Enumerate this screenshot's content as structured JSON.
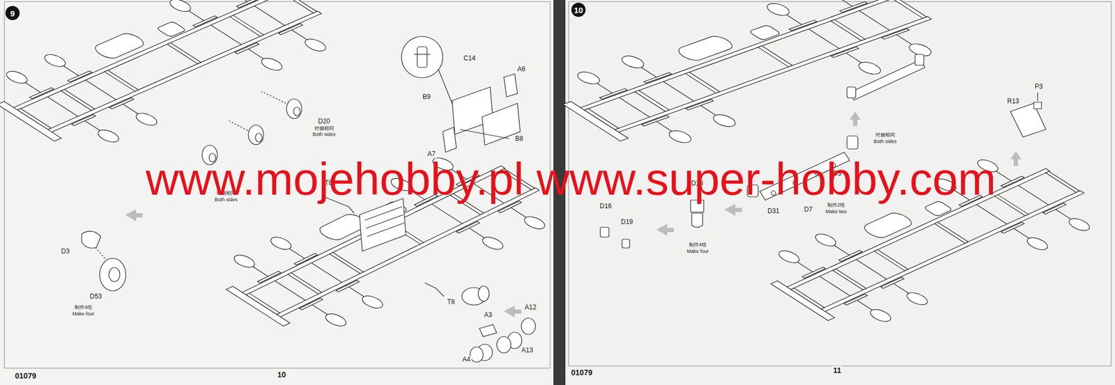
{
  "diagram": {
    "nodes": [
      {
        "text": [
          "9"
        ]
      },
      {
        "text": [
          "10"
        ]
      }
    ],
    "labels": [
      "C14",
      "A6",
      "B9",
      "B8",
      "A7",
      "D20",
      "对侧相同",
      "Both sides",
      "对侧相同",
      "Both sides",
      "T8",
      "D3",
      "D53",
      "制作4组",
      "Make four",
      "T8",
      "A3",
      "A12",
      "A13",
      "A4",
      "01079",
      "10",
      "P3",
      "R13",
      "对侧相同",
      "Both sides",
      "D3",
      "D18",
      "D16",
      "D19",
      "D7",
      "D31",
      "制作2组",
      "Make two",
      "制作4组",
      "Make four",
      "01079",
      "11",
      "www.mojehobby.pl www.super-hobby.com"
    ]
  }
}
